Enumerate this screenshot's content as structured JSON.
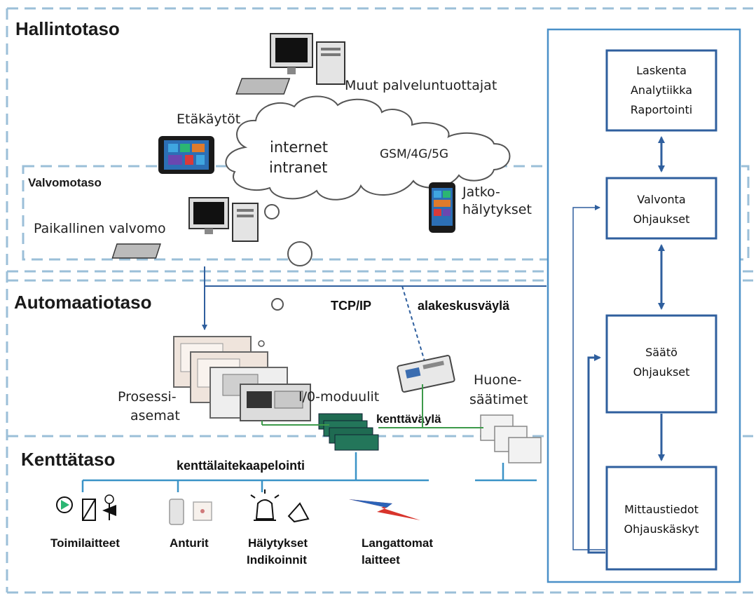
{
  "levels": {
    "management": "Hallintotaso",
    "monitoring": "Valvomotaso",
    "automation": "Automaatiotaso",
    "field": "Kenttätaso"
  },
  "labels": {
    "other_providers": "Muut palveluntuottajat",
    "remote_use": "Etäkäytöt",
    "internet_line1": "internet",
    "internet_line2": "intranet",
    "mobile_net": "GSM/4G/5G",
    "alarm_line1": "Jatko-",
    "alarm_line2": "hälytykset",
    "local_control": "Paikallinen valvomo",
    "tcpip": "TCP/IP",
    "substation_bus": "alakeskusväylä",
    "process_line1": "Prosessi-",
    "process_line2": "asemat",
    "io_modules": "I/0-moduulit",
    "room_line1": "Huone-",
    "room_line2": "säätimet",
    "field_bus": "kenttäväylä",
    "field_cabling": "kenttälaitekaapelointi"
  },
  "devices": {
    "actuators": "Toimilaitteet",
    "sensors": "Anturit",
    "alarms_line1": "Hälytykset",
    "alarms_line2": "Indikoinnit",
    "wireless_line1": "Langattomat",
    "wireless_line2": "laitteet"
  },
  "flow": {
    "box1": [
      "Laskenta",
      "Analytiikka",
      "Raportointi"
    ],
    "box2": [
      "Valvonta",
      "Ohjaukset"
    ],
    "box3": [
      "Säätö",
      "Ohjaukset"
    ],
    "box4": [
      "Mittaustiedot",
      "Ohjauskäskyt"
    ]
  },
  "colors": {
    "accent": "#2f5f9e",
    "dashed": "#9bbfd8",
    "field_line": "#3a93c7",
    "green_line": "#3d9a4a"
  }
}
